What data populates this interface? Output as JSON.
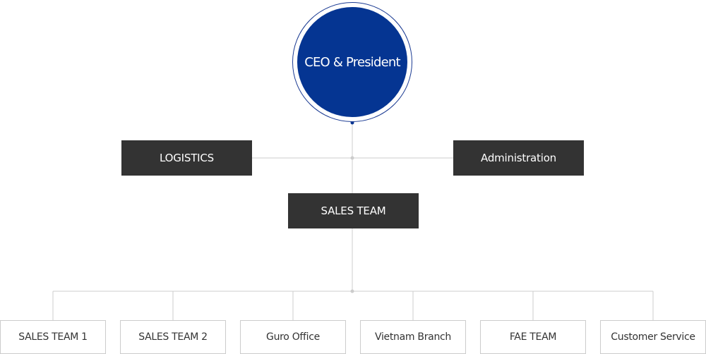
{
  "org": {
    "ceo": "CEO & President",
    "logistics": "LOGISTICS",
    "administration": "Administration",
    "sales_team": "SALES TEAM",
    "teams": [
      "SALES TEAM 1",
      "SALES TEAM 2",
      "Guro Office",
      "Vietnam Branch",
      "FAE TEAM",
      "Customer Service"
    ]
  },
  "colors": {
    "ceo_fill": "#053592",
    "dept_fill": "#333333",
    "connector": "#cccccc"
  }
}
